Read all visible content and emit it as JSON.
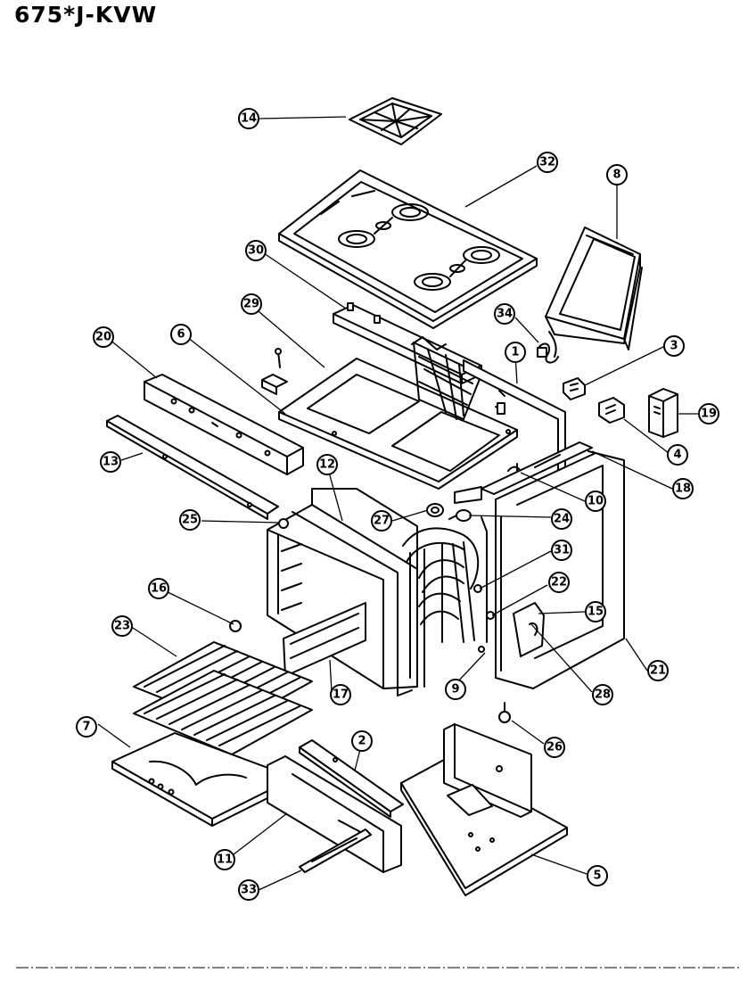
{
  "title": "675*J-KVW",
  "callouts": [
    {
      "id": "14",
      "label": "14"
    },
    {
      "id": "32",
      "label": "32"
    },
    {
      "id": "8",
      "label": "8"
    },
    {
      "id": "30",
      "label": "30"
    },
    {
      "id": "34",
      "label": "34"
    },
    {
      "id": "29",
      "label": "29"
    },
    {
      "id": "20",
      "label": "20"
    },
    {
      "id": "6",
      "label": "6"
    },
    {
      "id": "1",
      "label": "1"
    },
    {
      "id": "3",
      "label": "3"
    },
    {
      "id": "19",
      "label": "19"
    },
    {
      "id": "4",
      "label": "4"
    },
    {
      "id": "13",
      "label": "13"
    },
    {
      "id": "12",
      "label": "12"
    },
    {
      "id": "18a",
      "label": "18"
    },
    {
      "id": "10",
      "label": "10"
    },
    {
      "id": "25",
      "label": "25"
    },
    {
      "id": "27",
      "label": "27"
    },
    {
      "id": "24",
      "label": "24"
    },
    {
      "id": "31",
      "label": "31"
    },
    {
      "id": "22",
      "label": "22"
    },
    {
      "id": "16",
      "label": "16"
    },
    {
      "id": "15",
      "label": "15"
    },
    {
      "id": "23",
      "label": "23"
    },
    {
      "id": "21",
      "label": "21"
    },
    {
      "id": "17",
      "label": "17"
    },
    {
      "id": "9",
      "label": "9"
    },
    {
      "id": "28",
      "label": "28"
    },
    {
      "id": "7",
      "label": "7"
    },
    {
      "id": "2",
      "label": "2"
    },
    {
      "id": "26",
      "label": "26"
    },
    {
      "id": "11",
      "label": "11"
    },
    {
      "id": "5",
      "label": "5"
    },
    {
      "id": "33",
      "label": "33"
    }
  ]
}
